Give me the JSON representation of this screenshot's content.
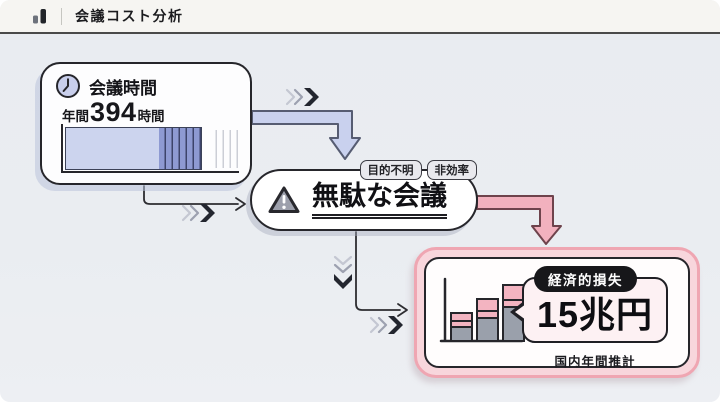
{
  "header": {
    "title": "会議コスト分析",
    "icon": "bar-chart-icon"
  },
  "meeting_time_card": {
    "icon": "clock-icon",
    "title": "会議時間",
    "stat_prefix": "年間",
    "stat_value": "394",
    "stat_suffix": "時間",
    "chart": "horizontal-bar-annual-hours"
  },
  "wasteful_meeting": {
    "icon": "warning-icon",
    "label": "無駄な会議",
    "tags": [
      "目的不明",
      "非効率"
    ]
  },
  "economic_loss_card": {
    "icon": "stacked-bar-chart-icon",
    "badge": "経済的損失",
    "value": "15兆円",
    "caption": "国内年間推計"
  },
  "colors": {
    "flow_blue": "#c9d1ee",
    "flow_pink": "#f2b1be",
    "loss_card_bg": "#f8d6dc",
    "loss_card_border": "#efa6b2",
    "bar_fill": "#ccd4ee",
    "bar_stripe": "#8e9ad2",
    "badge_bg": "#17171a",
    "ink": "#26262b"
  }
}
